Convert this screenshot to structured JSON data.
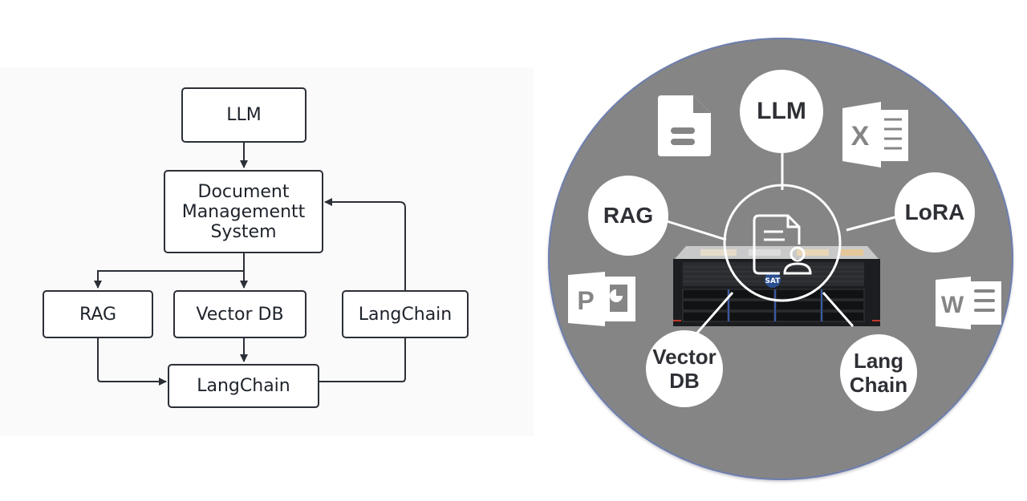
{
  "flowchart": {
    "nodes": {
      "llm": "LLM",
      "dms": [
        "Document",
        "Managementt",
        "System"
      ],
      "rag": "RAG",
      "vector_db": "Vector DB",
      "langchain_right": "LangChain",
      "langchain_bottom": "LangChain"
    },
    "edges": [
      {
        "from": "LLM",
        "to": "Document Managementt System"
      },
      {
        "from": "Document Managementt System",
        "to": "RAG"
      },
      {
        "from": "Document Managementt System",
        "to": "Vector DB"
      },
      {
        "from": "Vector DB",
        "to": "LangChain (bottom)"
      },
      {
        "from": "RAG",
        "to": "LangChain (bottom)"
      },
      {
        "from": "LangChain (bottom)",
        "to": "Document Managementt System",
        "via": "LangChain (right)"
      }
    ]
  },
  "hub": {
    "center_icon": "document-user-icon",
    "server_logo_text": "SAT",
    "bubbles": {
      "llm": [
        "LLM"
      ],
      "rag": [
        "RAG"
      ],
      "lora": [
        "LoRA"
      ],
      "vector_db": [
        "Vector",
        "DB"
      ],
      "langchain": [
        "Lang",
        "Chain"
      ]
    },
    "file_icons": {
      "document": "document-icon",
      "excel": {
        "icon": "excel-icon",
        "letter": "X"
      },
      "powerpoint": {
        "icon": "powerpoint-icon",
        "letter": "P"
      },
      "word": {
        "icon": "word-icon",
        "letter": "W"
      }
    }
  },
  "colors": {
    "hub_background": "#858585",
    "hub_border": "#6d7fb0",
    "node_border": "#2b2f36",
    "text_dark": "#1e232b",
    "panel_background": "#fafafa"
  }
}
